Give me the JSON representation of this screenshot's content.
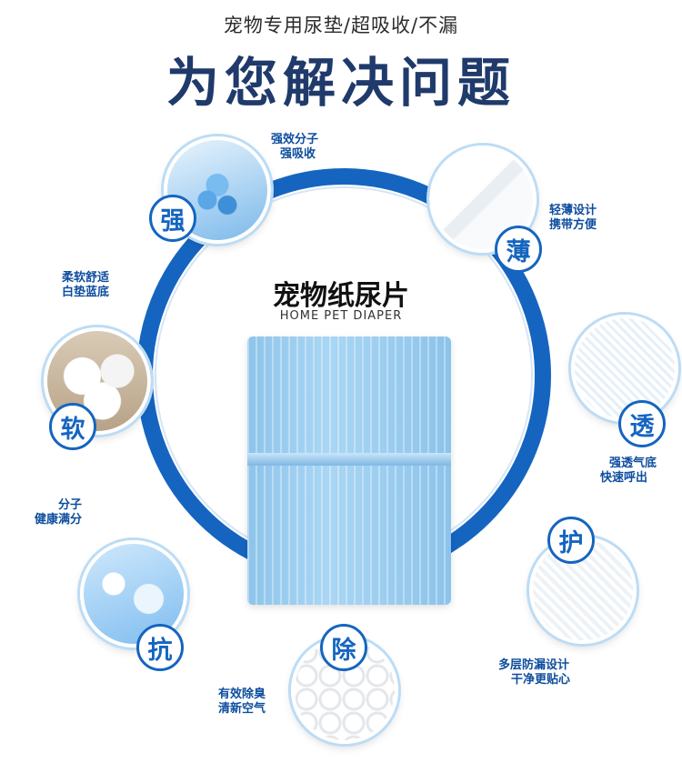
{
  "header": {
    "subtitle": "宠物专用尿垫/超吸收/不漏",
    "title": "为您解决问题"
  },
  "product": {
    "name": "宠物纸尿片",
    "name_en": "HOME PET DIAPER"
  },
  "features": [
    {
      "badge": "强",
      "lines": [
        "强效分子",
        "强吸收"
      ],
      "icon": "absorb-beads-image"
    },
    {
      "badge": "薄",
      "lines": [
        "轻薄设计",
        "携带方便"
      ],
      "icon": "thin-sheet-image"
    },
    {
      "badge": "软",
      "lines": [
        "柔软舒适",
        "白垫蓝底"
      ],
      "icon": "cotton-image"
    },
    {
      "badge": "透",
      "lines": [
        "强透气底",
        "快速呼出"
      ],
      "icon": "breathable-mesh-image"
    },
    {
      "badge": "抗",
      "lines": [
        "分子",
        "健康满分"
      ],
      "icon": "antibacterial-image"
    },
    {
      "badge": "护",
      "lines": [
        "多层防漏设计",
        "干净更贴心"
      ],
      "icon": "layered-pad-image"
    },
    {
      "badge": "除",
      "lines": [
        "有效除臭",
        "清新空气"
      ],
      "icon": "deodorize-quilted-image"
    }
  ],
  "colors": {
    "accent": "#1565c0",
    "title": "#1f3a6b",
    "pad": "#8ec4ea"
  }
}
